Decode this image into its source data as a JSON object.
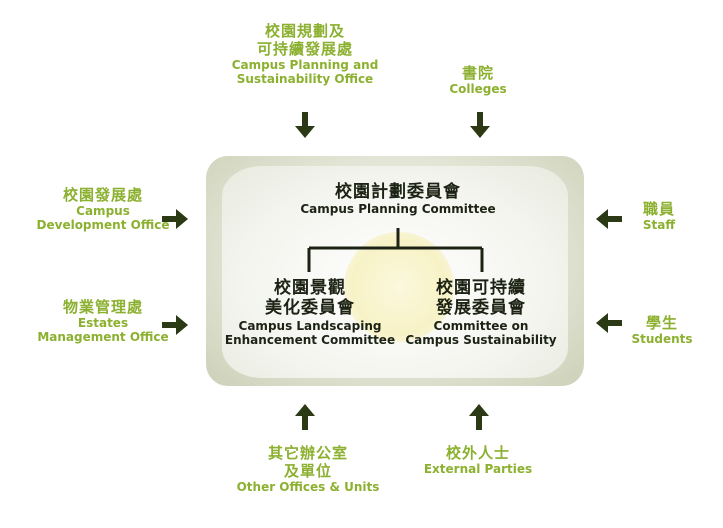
{
  "center": {
    "main": {
      "zh": "校園計劃委員會",
      "en": "Campus Planning Committee"
    },
    "left": {
      "zh_line1": "校園景觀",
      "zh_line2": "美化委員會",
      "en_line1": "Campus Landscaping",
      "en_line2": "Enhancement Committee"
    },
    "right": {
      "zh_line1": "校園可持續",
      "zh_line2": "發展委員會",
      "en_line1": "Committee on",
      "en_line2": "Campus Sustainability"
    }
  },
  "stakeholders": {
    "top_left": {
      "zh_line1": "校園規劃及",
      "zh_line2": "可持續發展處",
      "en_line1": "Campus Planning and",
      "en_line2": "Sustainability Office"
    },
    "top_right": {
      "zh_line1": "書院",
      "en_line1": "Colleges"
    },
    "left_upper": {
      "zh_line1": "校園發展處",
      "en_line1": "Campus",
      "en_line2": "Development Office"
    },
    "left_lower": {
      "zh_line1": "物業管理處",
      "en_line1": "Estates",
      "en_line2": "Management Office"
    },
    "right_upper": {
      "zh_line1": "職員",
      "en_line1": "Staff"
    },
    "right_lower": {
      "zh_line1": "學生",
      "en_line1": "Students"
    },
    "bottom_left": {
      "zh_line1": "其它辦公室",
      "zh_line2": "及單位",
      "en_line1": "Other Offices & Units"
    },
    "bottom_right": {
      "zh_line1": "校外人士",
      "en_line1": "External Parties"
    }
  },
  "colors": {
    "label_green": "#8cb02f",
    "arrow": "#2b3a14",
    "node_text": "#1c2314"
  },
  "icons": [
    "arrow-down-icon",
    "arrow-up-icon",
    "arrow-right-icon",
    "arrow-left-icon"
  ]
}
